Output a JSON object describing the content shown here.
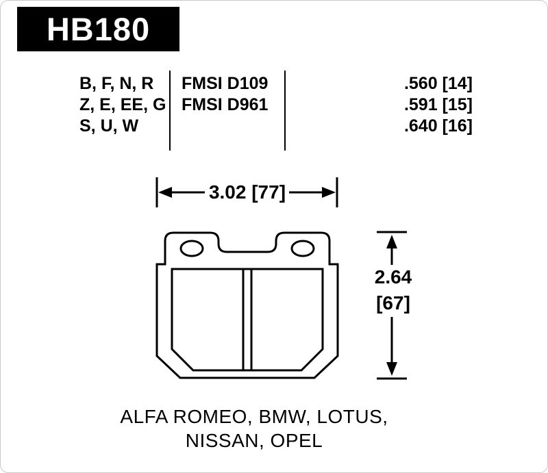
{
  "page": {
    "background_color": "#ffffff",
    "border_color": "#c9c9c9",
    "ink_color": "#000000"
  },
  "header": {
    "part_number": "HB180",
    "box_color": "#000000",
    "text_color": "#ffffff"
  },
  "spec_table": {
    "compound_codes": [
      "B, F, N, R",
      "Z, E, EE, G",
      "S, U, W"
    ],
    "fmsi_numbers": [
      "FMSI D109",
      "FMSI D961"
    ],
    "pad_thicknesses": [
      ".560 [14]",
      ".591 [15]",
      ".640 [16]"
    ]
  },
  "dimensions": {
    "width_label": "3.02 [77]",
    "height_value": "2.64",
    "height_metric": "[67]"
  },
  "applications": {
    "line1": "ALFA ROMEO, BMW, LOTUS,",
    "line2": "NISSAN, OPEL"
  }
}
